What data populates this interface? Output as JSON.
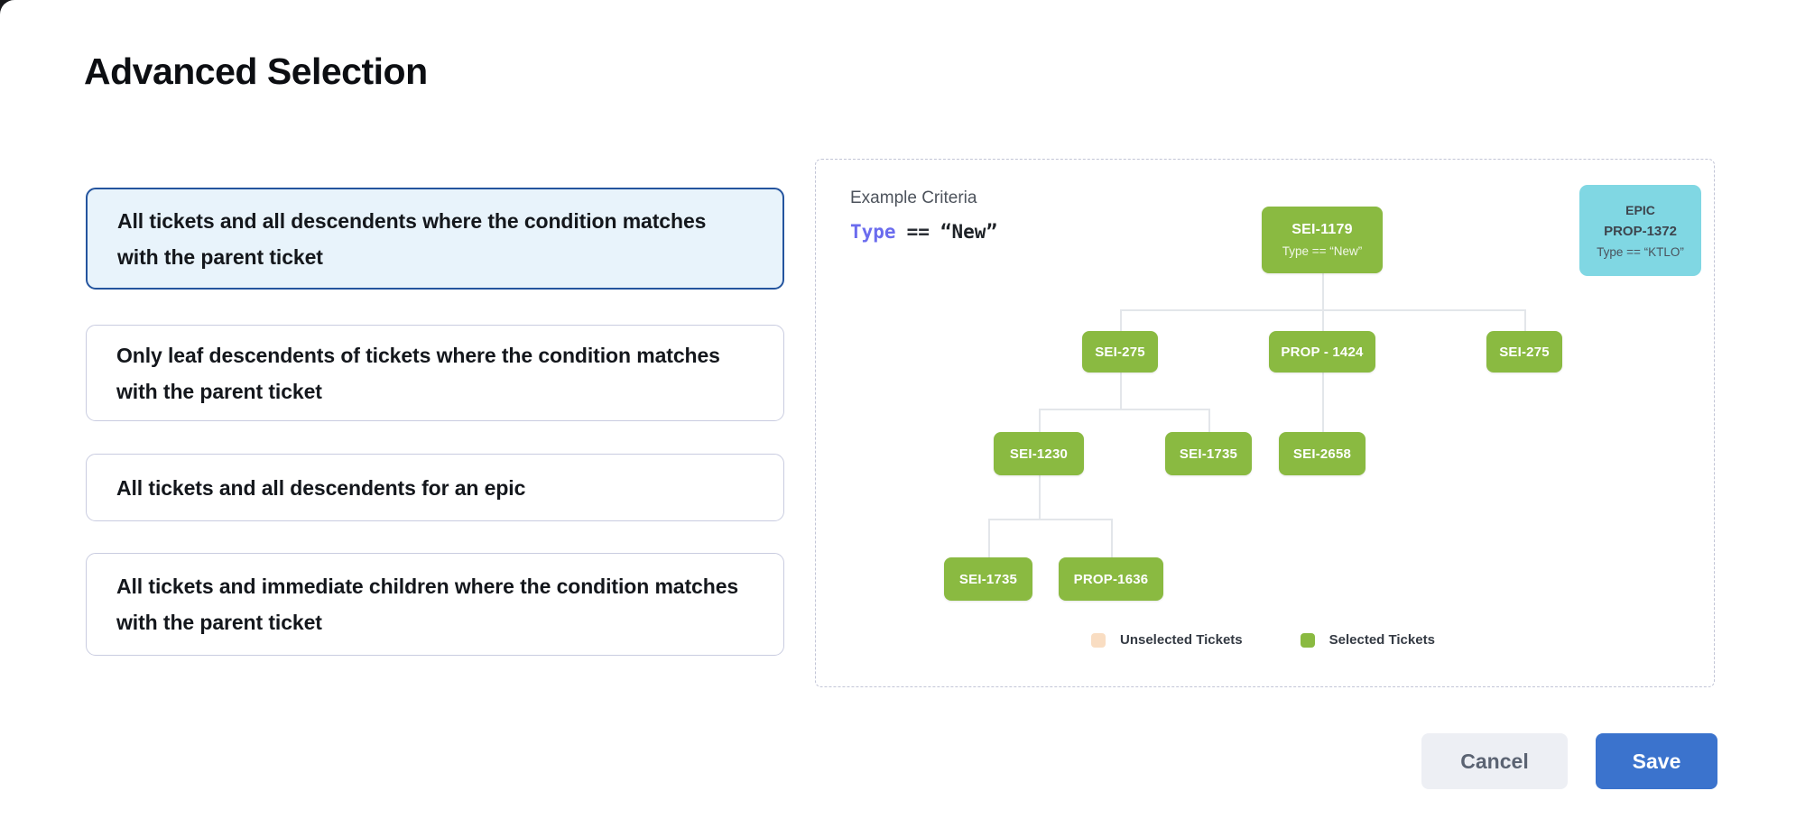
{
  "modal": {
    "title": "Advanced Selection"
  },
  "options": [
    {
      "label": "All tickets and all descendents where the condition matches with the parent ticket",
      "selected": true
    },
    {
      "label": "Only leaf descendents of tickets where the condition matches with the parent ticket",
      "selected": false
    },
    {
      "label": "All tickets and all descendents for an epic",
      "selected": false
    },
    {
      "label": "All tickets and immediate children where the condition matches with the parent ticket",
      "selected": false
    }
  ],
  "preview": {
    "criteria_heading": "Example Criteria",
    "criteria": {
      "field": "Type",
      "operator": "==",
      "value": "“New”"
    },
    "epic_card": {
      "kind": "EPIC",
      "id": "PROP-1372",
      "condition": "Type == “KTLO”"
    },
    "tree": {
      "nodes": [
        {
          "label": "SEI-1179",
          "condition": "Type == “New”",
          "state": "selected"
        },
        {
          "label": "SEI-275",
          "state": "selected"
        },
        {
          "label": "PROP - 1424",
          "state": "selected"
        },
        {
          "label": "SEI-275",
          "state": "selected"
        },
        {
          "label": "SEI-1230",
          "state": "selected"
        },
        {
          "label": "SEI-1735",
          "state": "selected"
        },
        {
          "label": "SEI-2658",
          "state": "selected"
        },
        {
          "label": "SEI-1735",
          "state": "selected"
        },
        {
          "label": "PROP-1636",
          "state": "selected"
        }
      ]
    },
    "legend": {
      "items": [
        {
          "label": "Unselected Tickets",
          "color": "#f9ddc2"
        },
        {
          "label": "Selected Tickets",
          "color": "#8aba41"
        }
      ]
    }
  },
  "footer": {
    "cancel_label": "Cancel",
    "save_label": "Save"
  },
  "colors": {
    "selected_option_border": "#24549e",
    "selected_option_bg": "#e8f3fb",
    "unselected_option_border": "#c9cce0",
    "node_green": "#8aba41",
    "epic_cyan": "#80d7e3",
    "unselected_peach": "#f9ddc2",
    "save_button_blue": "#3b73cd",
    "cancel_button_gray": "#edeff4",
    "criteria_field_purple": "#6b6cee",
    "connector_gray": "#e3e6ea"
  }
}
